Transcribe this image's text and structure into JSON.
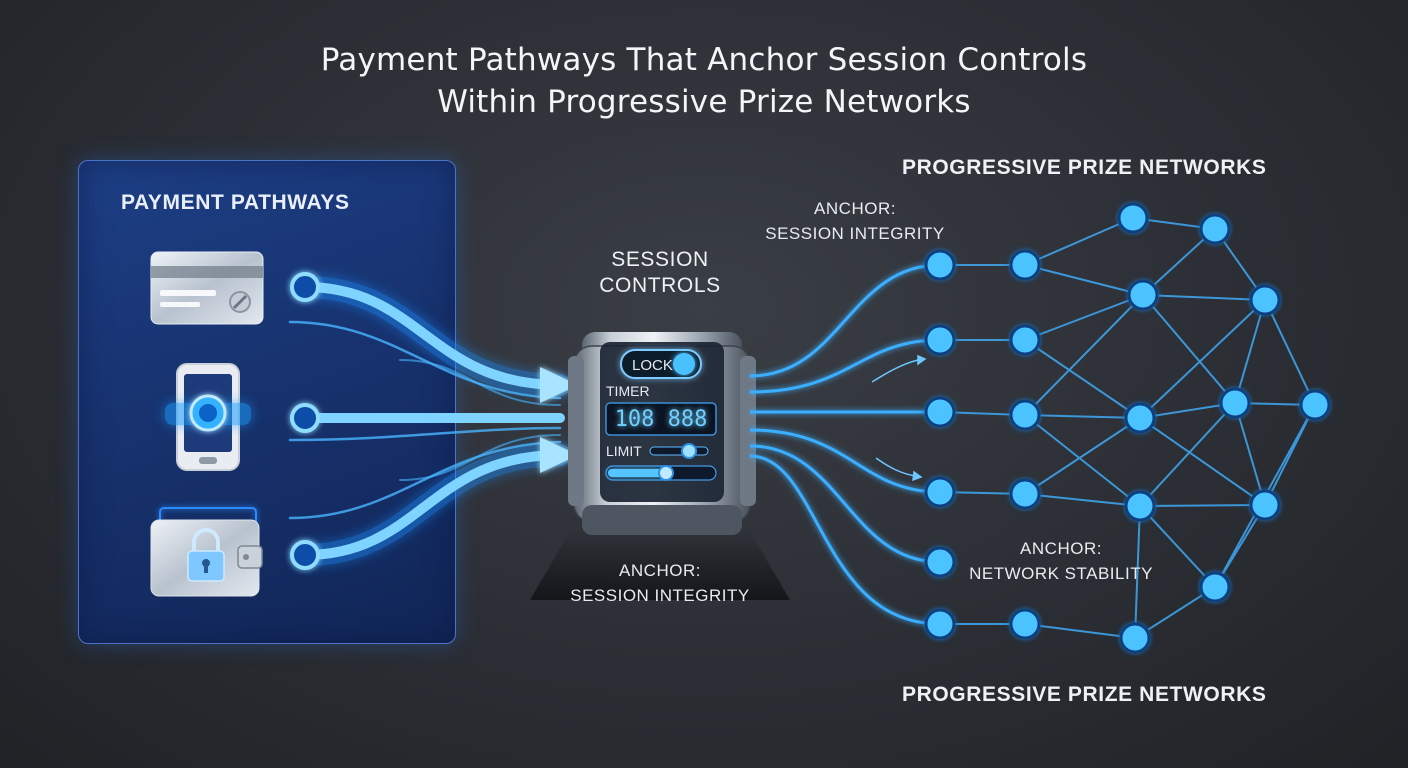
{
  "title": {
    "line1": "Payment Pathways That Anchor Session Controls",
    "line2": "Within Progressive Prize Networks"
  },
  "payment_panel": {
    "heading": "PAYMENT PATHWAYS",
    "methods": [
      {
        "name": "card",
        "icon": "credit-card-icon"
      },
      {
        "name": "mobile",
        "icon": "smartphone-icon"
      },
      {
        "name": "wallet",
        "icon": "locked-wallet-icon"
      }
    ]
  },
  "session_controls": {
    "heading_line1": "SESSION",
    "heading_line2": "CONTROLS",
    "lock_label": "LOCK",
    "timer_label": "TIMER",
    "timer_display": "108 888",
    "limit_label": "LIMIT",
    "anchor_label": "ANCHOR:",
    "anchor_text": "SESSION INTEGRITY"
  },
  "networks": {
    "top_heading": "PROGRESSIVE PRIZE NETWORKS",
    "bottom_heading": "PROGRESSIVE PRIZE NETWORKS",
    "anchor_top_label": "ANCHOR:",
    "anchor_top_text": "SESSION INTEGRITY",
    "anchor_mid_label": "ANCHOR:",
    "anchor_mid_text": "NETWORK STABILITY"
  },
  "colors": {
    "glow": "#2ea6ff",
    "node": "#54c6ff",
    "panel": "#1a3676",
    "background": "#2d3036"
  }
}
